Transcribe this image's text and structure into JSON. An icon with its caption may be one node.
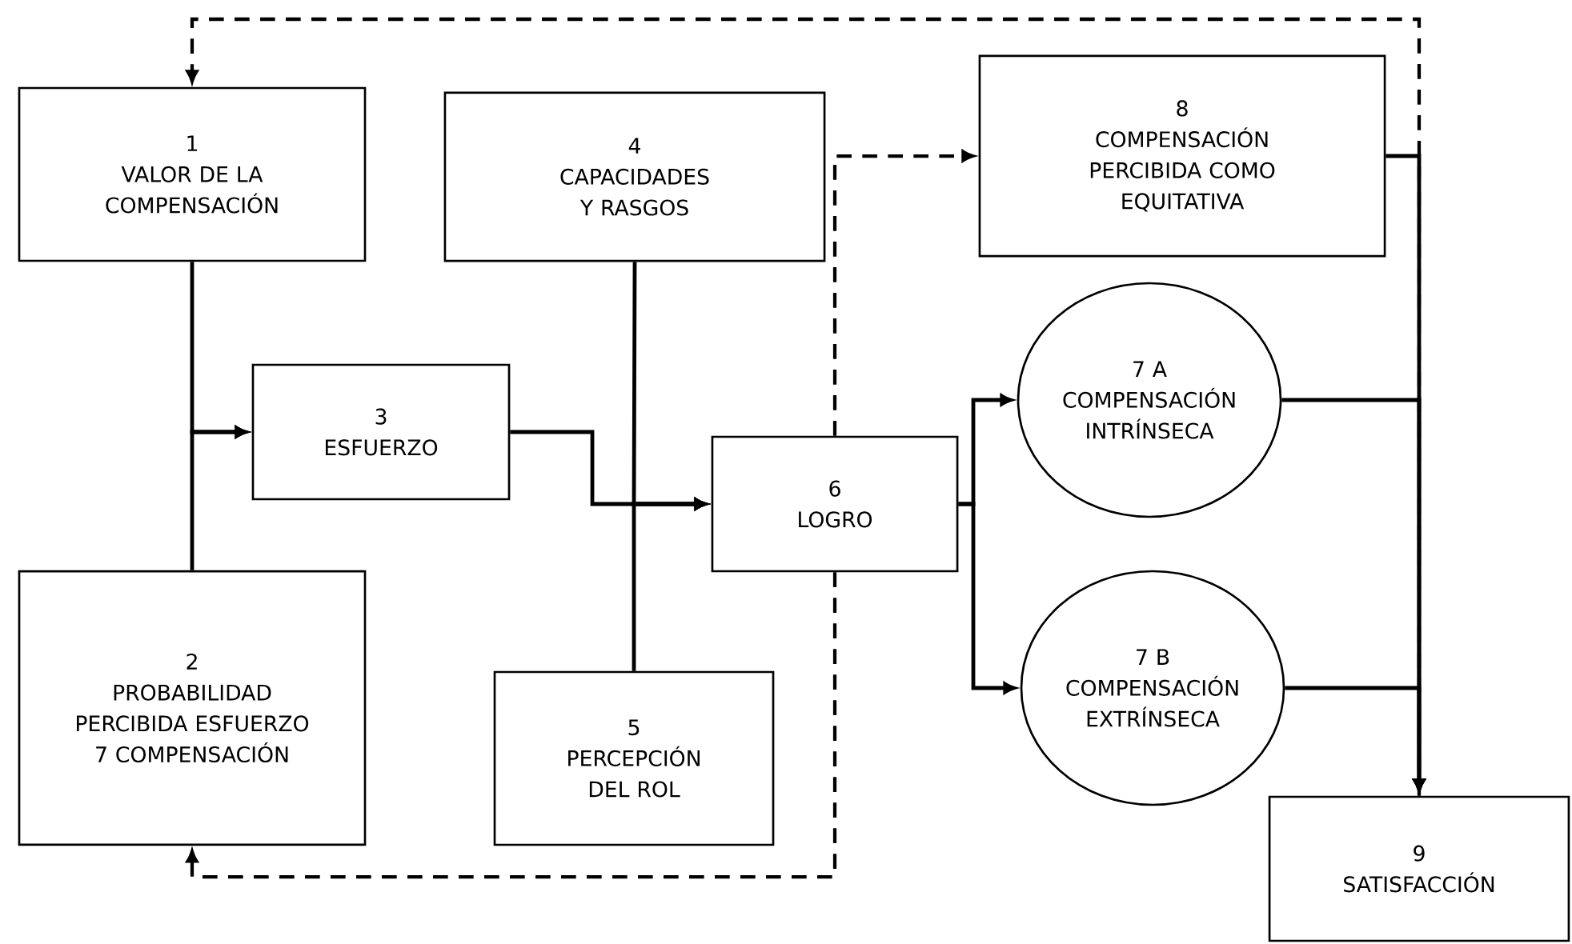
{
  "diagram": {
    "nodes": [
      {
        "text": [
          "1",
          "VALOR DE LA COMPENSACIÓN"
        ]
      },
      {
        "text": [
          "2",
          "PROBABILIDAD PERCIBIDA ESFUERZO 7 COMPENSACIÓN"
        ]
      },
      {
        "text": [
          "3",
          "ESFUERZO"
        ]
      },
      {
        "text": [
          "4",
          "CAPACIDADES Y RASGOS"
        ]
      },
      {
        "text": [
          "5",
          "PERCEPCIÓN DEL ROL"
        ]
      },
      {
        "text": [
          "6",
          "LOGRO"
        ]
      },
      {
        "text": [
          "7 A",
          "COMPENSACIÓN INTRÍNSECA"
        ]
      },
      {
        "text": [
          "7 B",
          "COMPENSACIÓN EXTRÍNSECA"
        ]
      },
      {
        "text": [
          "8",
          "COMPENSACIÓN PERCIBIDA COMO EQUITATIVA"
        ]
      },
      {
        "text": [
          "9",
          "SATISFACCIÓN"
        ]
      }
    ],
    "edges": [
      {
        "from": 0,
        "to": 2,
        "arrow": "to"
      },
      {
        "from": 1,
        "to": 2,
        "arrow": "to"
      },
      {
        "from": 2,
        "to": 5,
        "arrow": "to"
      },
      {
        "from": 3,
        "to": 5,
        "arrow": "to"
      },
      {
        "from": 4,
        "to": 5,
        "arrow": "to"
      },
      {
        "from": 5,
        "to": 6,
        "arrow": "to"
      },
      {
        "from": 5,
        "to": 7,
        "arrow": "to"
      },
      {
        "from": 5,
        "to": 8,
        "arrow": "to",
        "style": "dashed"
      },
      {
        "from": 5,
        "to": 1,
        "arrow": "to",
        "style": "dashed"
      },
      {
        "from": 8,
        "to": 9,
        "arrow": "to"
      },
      {
        "from": 6,
        "to": 9,
        "arrow": "to"
      },
      {
        "from": 7,
        "to": 9,
        "arrow": "to"
      },
      {
        "from": 9,
        "to": 0,
        "arrow": "to",
        "style": "dashed"
      }
    ]
  }
}
